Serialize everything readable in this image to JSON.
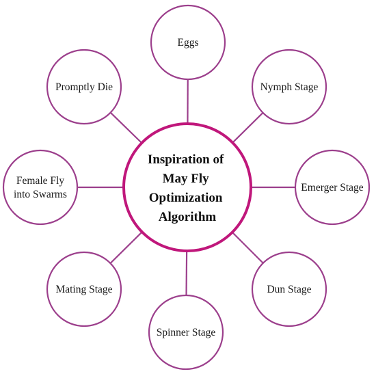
{
  "center": {
    "lines": [
      "Inspiration of",
      "May Fly",
      "Optimization",
      "Algorithm"
    ]
  },
  "nodes": [
    {
      "id": "eggs",
      "lines": [
        "Eggs"
      ]
    },
    {
      "id": "nymph-stage",
      "lines": [
        "Nymph Stage"
      ]
    },
    {
      "id": "emerger-stage",
      "lines": [
        "Emerger Stage"
      ]
    },
    {
      "id": "dun-stage",
      "lines": [
        "Dun Stage"
      ]
    },
    {
      "id": "spinner-stage",
      "lines": [
        "Spinner Stage"
      ]
    },
    {
      "id": "mating-stage",
      "lines": [
        "Mating Stage"
      ]
    },
    {
      "id": "female-fly-into-swarms",
      "lines": [
        "Female Fly",
        "into Swarms"
      ]
    },
    {
      "id": "promptly-die",
      "lines": [
        "Promptly Die"
      ]
    }
  ],
  "colors": {
    "center_stroke": "#c0177b",
    "node_stroke": "#9c3f8c",
    "connector": "#9c3f8c"
  }
}
